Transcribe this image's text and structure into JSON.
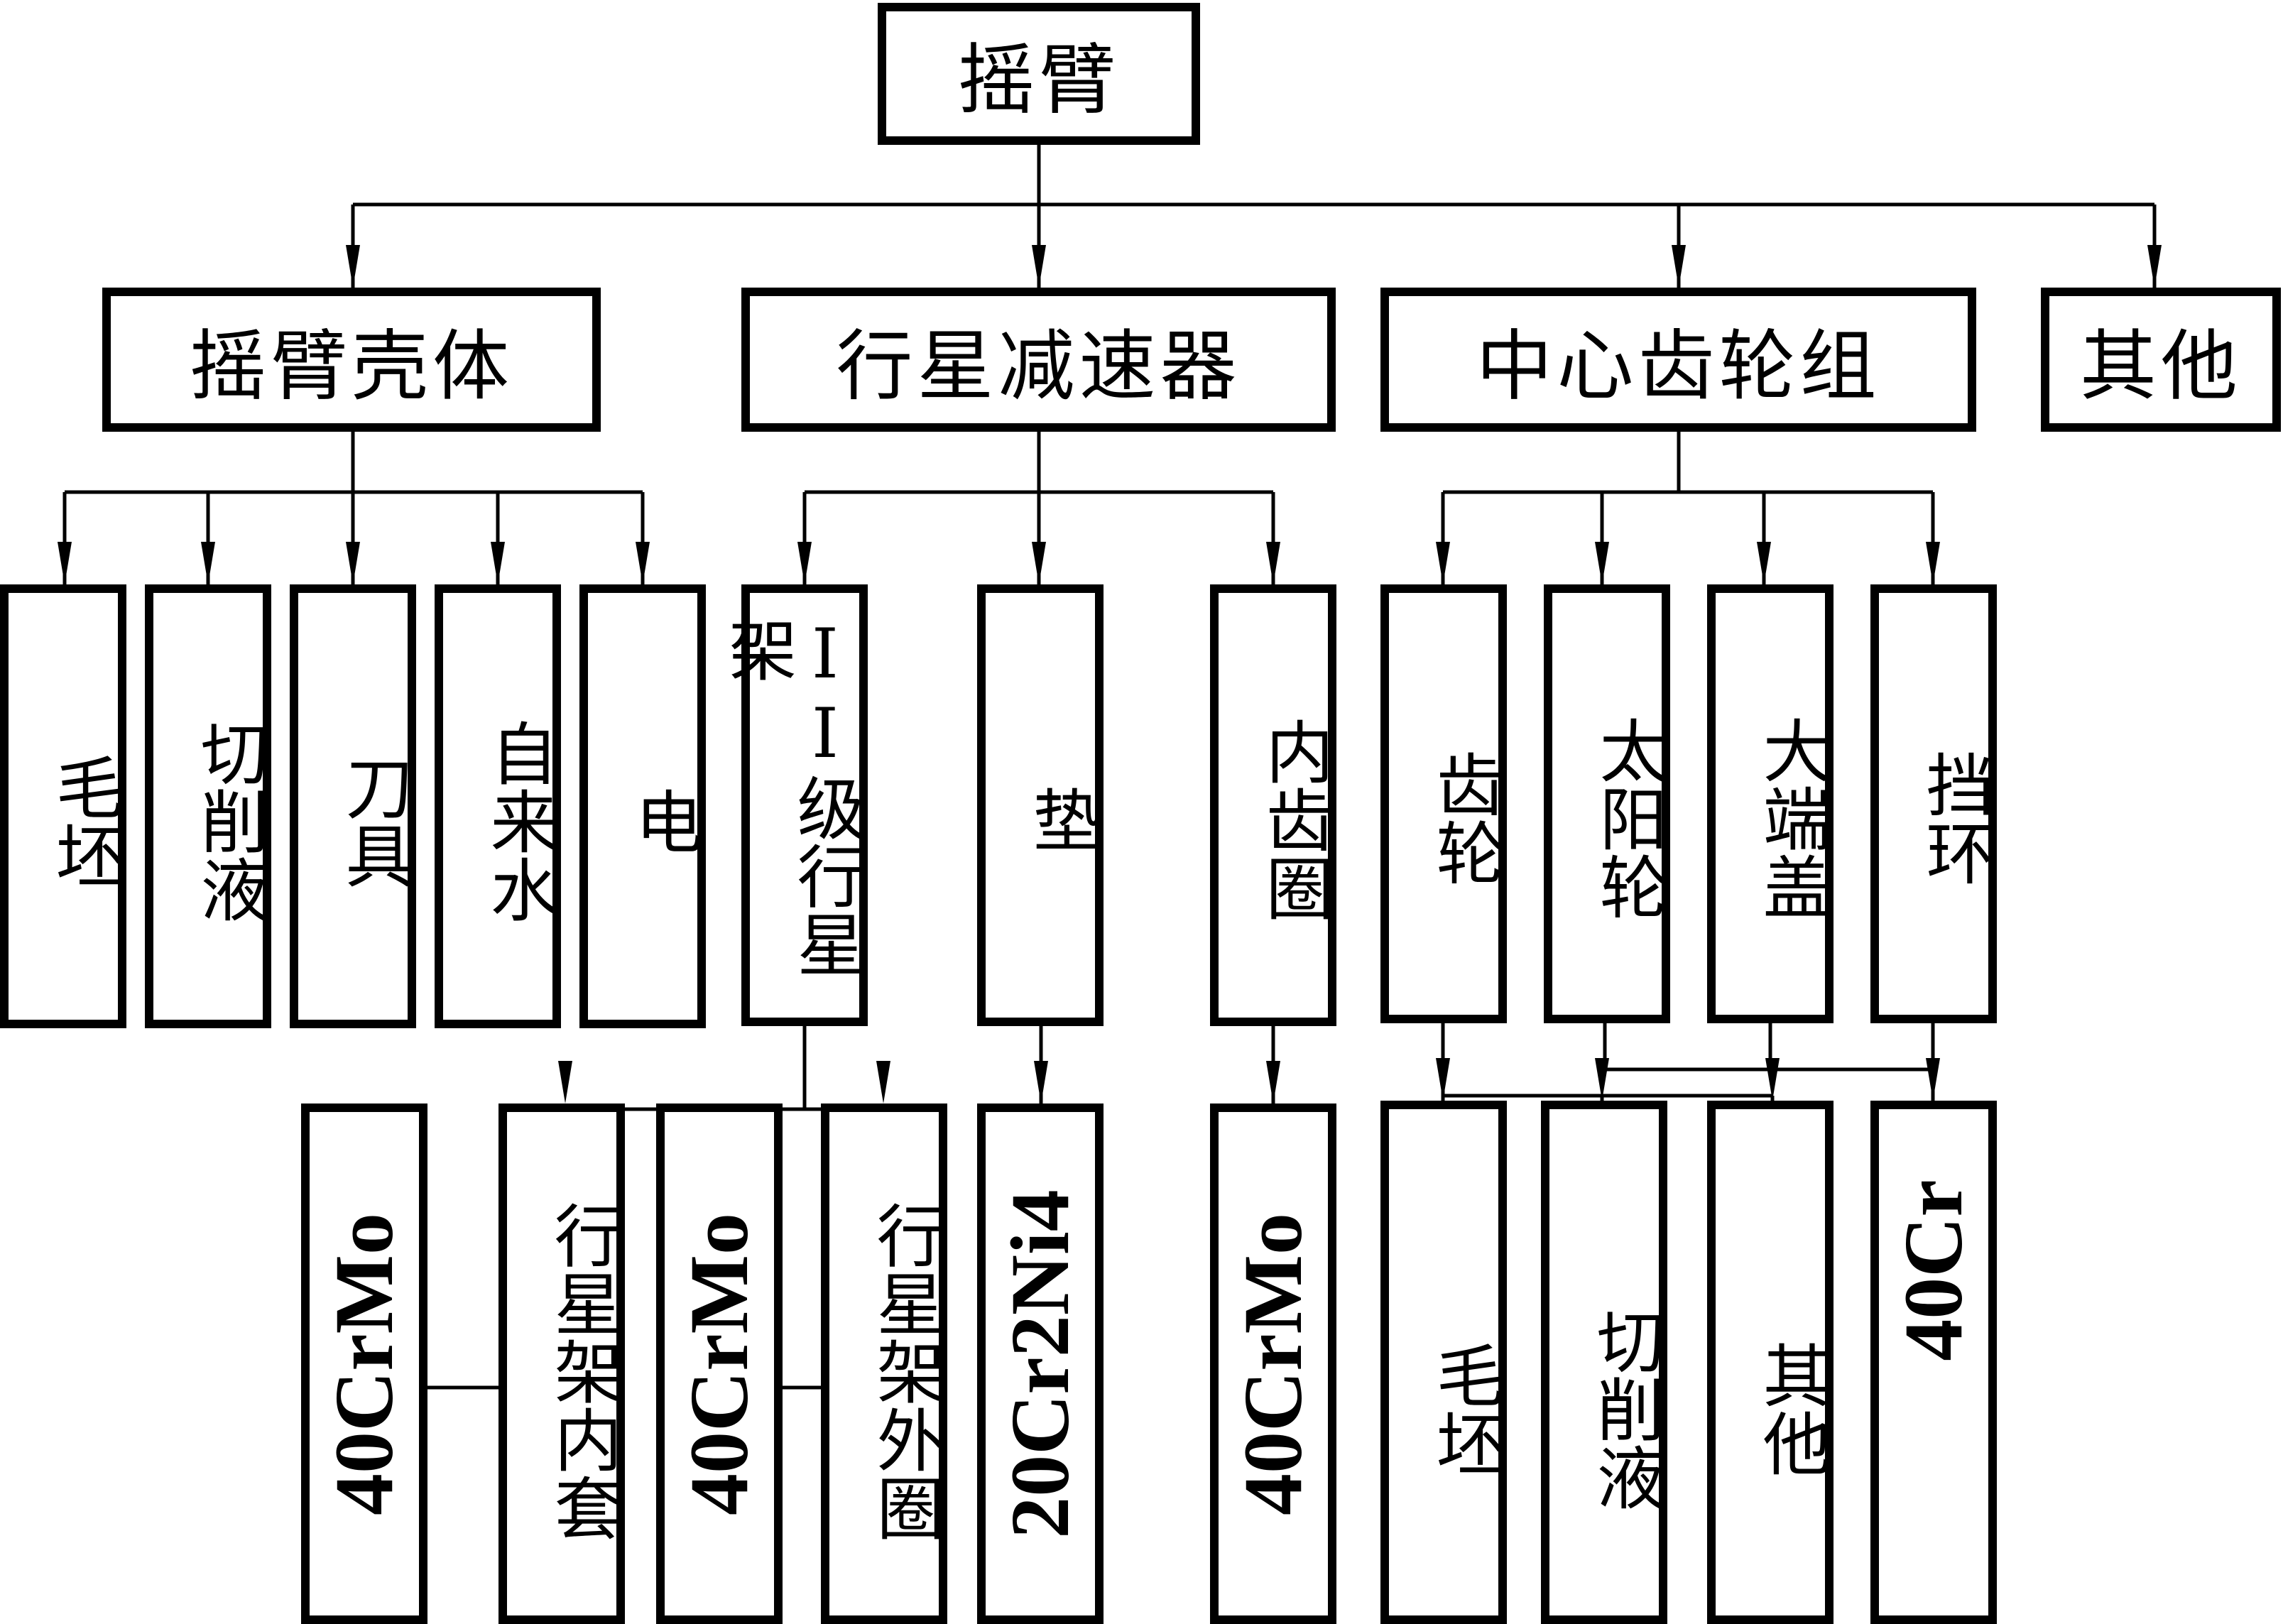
{
  "root": {
    "label": "摇臂"
  },
  "level1": [
    {
      "id": "housing",
      "label": "摇臂壳体"
    },
    {
      "id": "planetary",
      "label": "行星减速器"
    },
    {
      "id": "center_gear",
      "label": "中心齿轮组"
    },
    {
      "id": "other",
      "label": "其他"
    }
  ],
  "housing_children": [
    {
      "label": "毛坯"
    },
    {
      "label": "切削液"
    },
    {
      "label": "刀具"
    },
    {
      "label": "自来水"
    },
    {
      "label": "电"
    }
  ],
  "planetary_children": [
    {
      "label": "II级行星架"
    },
    {
      "label": "垫"
    },
    {
      "label": "内齿圈"
    }
  ],
  "center_gear_children": [
    {
      "label": "齿轮"
    },
    {
      "label": "太阳轮"
    },
    {
      "label": "大端盖"
    },
    {
      "label": "挡环"
    }
  ],
  "level3": {
    "carrier_inner_material": "40CrMo",
    "carrier_inner": "行星架内套",
    "carrier_outer_material": "40CrMo",
    "carrier_outer": "行星架外圈",
    "washer_material": "20Cr2Ni4",
    "ring_gear_material": "40CrMo",
    "gear_blank": "毛坯",
    "gear_cutting_fluid": "切削液",
    "gear_other": "其他",
    "ring_group_material": "40Cr"
  },
  "colors": {
    "line": "#000000",
    "background": "#ffffff"
  }
}
